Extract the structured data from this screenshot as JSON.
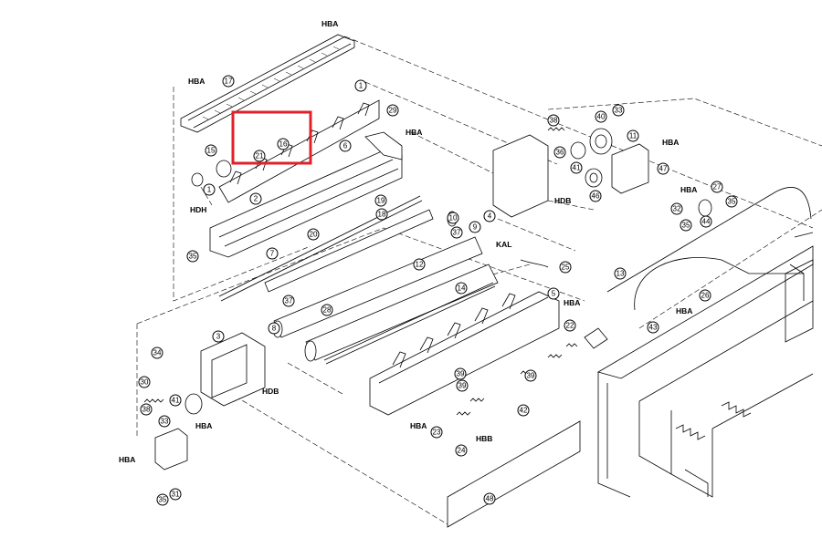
{
  "labels": {
    "hba": "HBA",
    "hdh": "HDH",
    "hdb": "HDB",
    "hbb": "HBB",
    "kal": "KAL"
  },
  "callouts": {
    "n1": "1",
    "n2": "2",
    "n3": "3",
    "n4": "4",
    "n5": "5",
    "n6": "6",
    "n7": "7",
    "n8": "8",
    "n9": "9",
    "n10": "10",
    "n11": "11",
    "n12": "12",
    "n13": "13",
    "n14": "14",
    "n15": "15",
    "n16": "16",
    "n17": "17",
    "n18": "18",
    "n19": "19",
    "n20": "20",
    "n21": "21",
    "n22": "22",
    "n23": "23",
    "n24": "24",
    "n25": "25",
    "n26": "26",
    "n27": "27",
    "n28": "28",
    "n29": "29",
    "n30": "30",
    "n31": "31",
    "n32": "32",
    "n33": "33",
    "n34": "34",
    "n35": "35",
    "n36": "36",
    "n37": "37",
    "n38": "38",
    "n39": "39",
    "n40": "40",
    "n41": "41",
    "n42": "42",
    "n43": "43",
    "n44": "44",
    "n46": "46",
    "n47": "47",
    "n48": "48"
  },
  "highlight": {
    "color": "#e0202a"
  }
}
